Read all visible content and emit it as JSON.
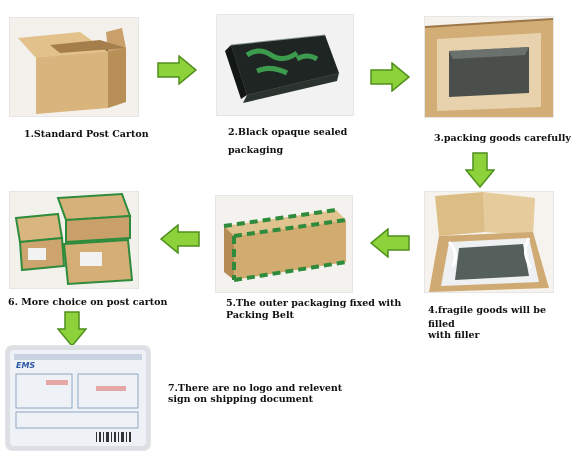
{
  "steps": [
    {
      "caption": "1.Standard Post Carton",
      "icon": "carton-open-icon"
    },
    {
      "caption_line1": "2.Black opaque sealed",
      "caption_line2": "packaging",
      "icon": "black-sealed-package-icon"
    },
    {
      "caption": "3.packing goods carefully",
      "icon": "goods-in-carton-icon"
    },
    {
      "caption_line1": "4.fragile goods will be filled",
      "caption_line2": "with filler",
      "icon": "fragile-goods-filler-icon"
    },
    {
      "caption_line1": "5.The outer packaging fixed with",
      "caption_line2": "Packing Belt",
      "icon": "taped-box-icon"
    },
    {
      "caption": "6. More choice on post carton",
      "icon": "carton-stack-icon"
    },
    {
      "caption_line1": "7.There are no logo and relevent",
      "caption_line2": "sign on shipping document",
      "icon": "shipping-document-icon"
    }
  ],
  "document_label": "EMS",
  "colors": {
    "arrow_fill": "#8dd23a",
    "arrow_stroke": "#4f8f1c",
    "cardboard": "#d7b27a",
    "cardboard_dark": "#b8905a",
    "tape_green": "#2f8b3c"
  }
}
